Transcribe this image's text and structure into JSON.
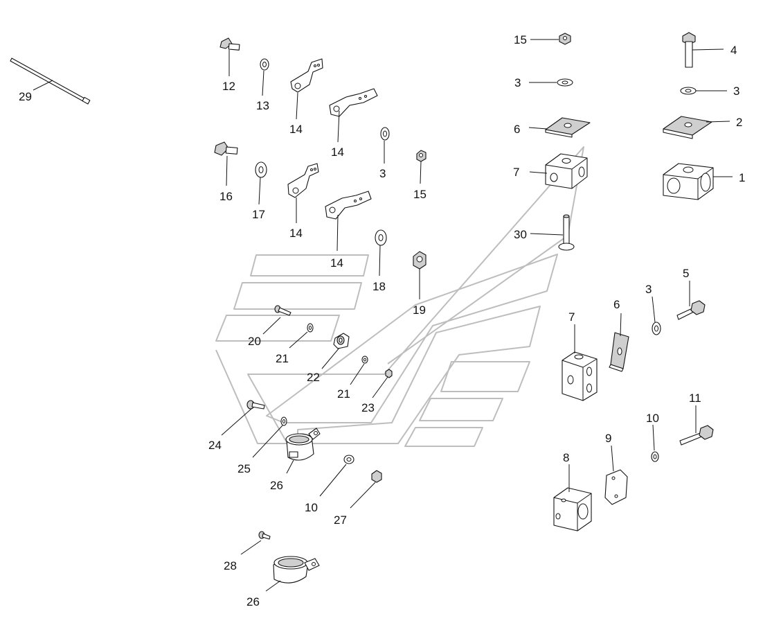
{
  "colors": {
    "line": "#111111",
    "frame": "#bdbdbd",
    "background": "#ffffff",
    "metal_shade": "#cfcfcf"
  },
  "parts": [
    {
      "id": "p29",
      "icon": "cable-tie-icon",
      "callout": "29"
    },
    {
      "id": "p12",
      "icon": "hex-bolt-icon",
      "callout": "12"
    },
    {
      "id": "p13",
      "icon": "washer-icon",
      "callout": "13"
    },
    {
      "id": "p14a",
      "icon": "bracket-icon",
      "callout": "14"
    },
    {
      "id": "p14b",
      "icon": "bracket-icon",
      "callout": "14"
    },
    {
      "id": "p16",
      "icon": "hex-bolt-icon",
      "callout": "16"
    },
    {
      "id": "p17",
      "icon": "washer-icon",
      "callout": "17"
    },
    {
      "id": "p14c",
      "icon": "bracket-icon",
      "callout": "14"
    },
    {
      "id": "p14d",
      "icon": "bracket-icon",
      "callout": "14"
    },
    {
      "id": "p3a",
      "icon": "washer-icon",
      "callout": "3"
    },
    {
      "id": "p15a",
      "icon": "hex-nut-icon",
      "callout": "15"
    },
    {
      "id": "p18",
      "icon": "washer-icon",
      "callout": "18"
    },
    {
      "id": "p19",
      "icon": "hex-nut-icon",
      "callout": "19"
    },
    {
      "id": "p20",
      "icon": "screw-icon",
      "callout": "20"
    },
    {
      "id": "p21a",
      "icon": "washer-icon",
      "callout": "21"
    },
    {
      "id": "p22",
      "icon": "clip-icon",
      "callout": "22"
    },
    {
      "id": "p21b",
      "icon": "washer-icon",
      "callout": "21"
    },
    {
      "id": "p23",
      "icon": "hex-nut-icon",
      "callout": "23"
    },
    {
      "id": "p24",
      "icon": "screw-icon",
      "callout": "24"
    },
    {
      "id": "p25",
      "icon": "washer-icon",
      "callout": "25"
    },
    {
      "id": "p26a",
      "icon": "hose-clamp-icon",
      "callout": "26"
    },
    {
      "id": "p10a",
      "icon": "washer-icon",
      "callout": "10"
    },
    {
      "id": "p27",
      "icon": "hex-nut-icon",
      "callout": "27"
    },
    {
      "id": "p28",
      "icon": "screw-icon",
      "callout": "28"
    },
    {
      "id": "p26b",
      "icon": "hose-clamp-icon",
      "callout": "26"
    },
    {
      "id": "p15b",
      "icon": "hex-nut-icon",
      "callout": "15"
    },
    {
      "id": "p3b",
      "icon": "washer-icon",
      "callout": "3"
    },
    {
      "id": "p6a",
      "icon": "cover-plate-icon",
      "callout": "6"
    },
    {
      "id": "p7a",
      "icon": "clamp-block-icon",
      "callout": "7"
    },
    {
      "id": "p30",
      "icon": "weld-stud-icon",
      "callout": "30"
    },
    {
      "id": "p4",
      "icon": "hex-bolt-icon",
      "callout": "4"
    },
    {
      "id": "p3c",
      "icon": "washer-icon",
      "callout": "3"
    },
    {
      "id": "p2",
      "icon": "cover-plate-icon",
      "callout": "2"
    },
    {
      "id": "p1",
      "icon": "clamp-block-icon",
      "callout": "1"
    },
    {
      "id": "p5",
      "icon": "hex-bolt-icon",
      "callout": "5"
    },
    {
      "id": "p3d",
      "icon": "washer-icon",
      "callout": "3"
    },
    {
      "id": "p6b",
      "icon": "cover-plate-icon",
      "callout": "6"
    },
    {
      "id": "p7b",
      "icon": "clamp-block-icon",
      "callout": "7"
    },
    {
      "id": "p11",
      "icon": "hex-bolt-icon",
      "callout": "11"
    },
    {
      "id": "p10b",
      "icon": "washer-icon",
      "callout": "10"
    },
    {
      "id": "p9",
      "icon": "cover-plate-icon",
      "callout": "9"
    },
    {
      "id": "p8",
      "icon": "clamp-block-icon",
      "callout": "8"
    }
  ]
}
